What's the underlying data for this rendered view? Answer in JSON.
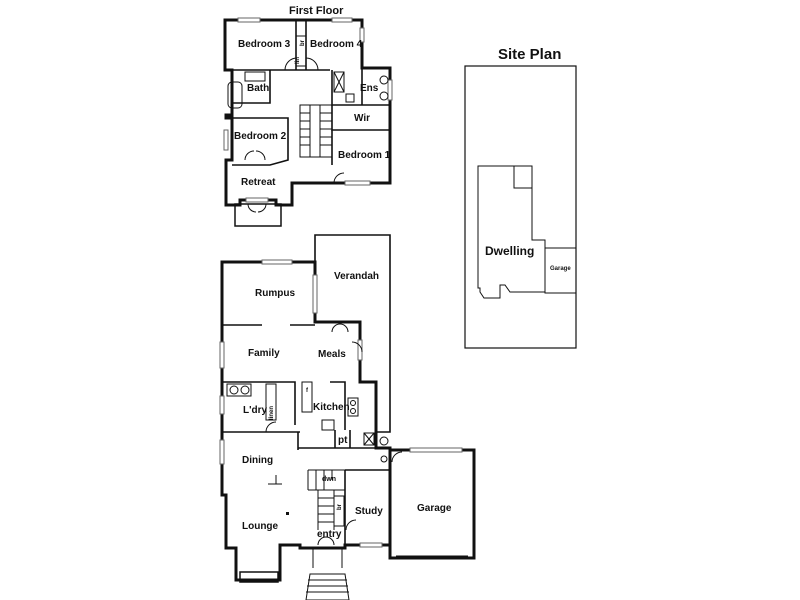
{
  "first_floor": {
    "title": "First Floor",
    "rooms": {
      "bedroom3": "Bedroom 3",
      "bedroom4": "Bedroom 4",
      "bath": "Bath",
      "ens": "Ens",
      "wir": "Wir",
      "bedroom2": "Bedroom 2",
      "bedroom1": "Bedroom 1",
      "retreat": "Retreat",
      "linen": "lin",
      "robe": "br"
    }
  },
  "ground_floor": {
    "rooms": {
      "rumpus": "Rumpus",
      "verandah": "Verandah",
      "family": "Family",
      "meals": "Meals",
      "laundry": "L'dry",
      "linen": "linen",
      "kitchen": "Kitchen",
      "pantry": "pt",
      "dining": "Dining",
      "down": "dwn",
      "lounge": "Lounge",
      "study": "Study",
      "entry": "entry",
      "garage": "Garage",
      "fridge": "f",
      "robe": "br"
    }
  },
  "site_plan": {
    "title": "Site Plan",
    "dwelling": "Dwelling",
    "garage": "Garage"
  }
}
